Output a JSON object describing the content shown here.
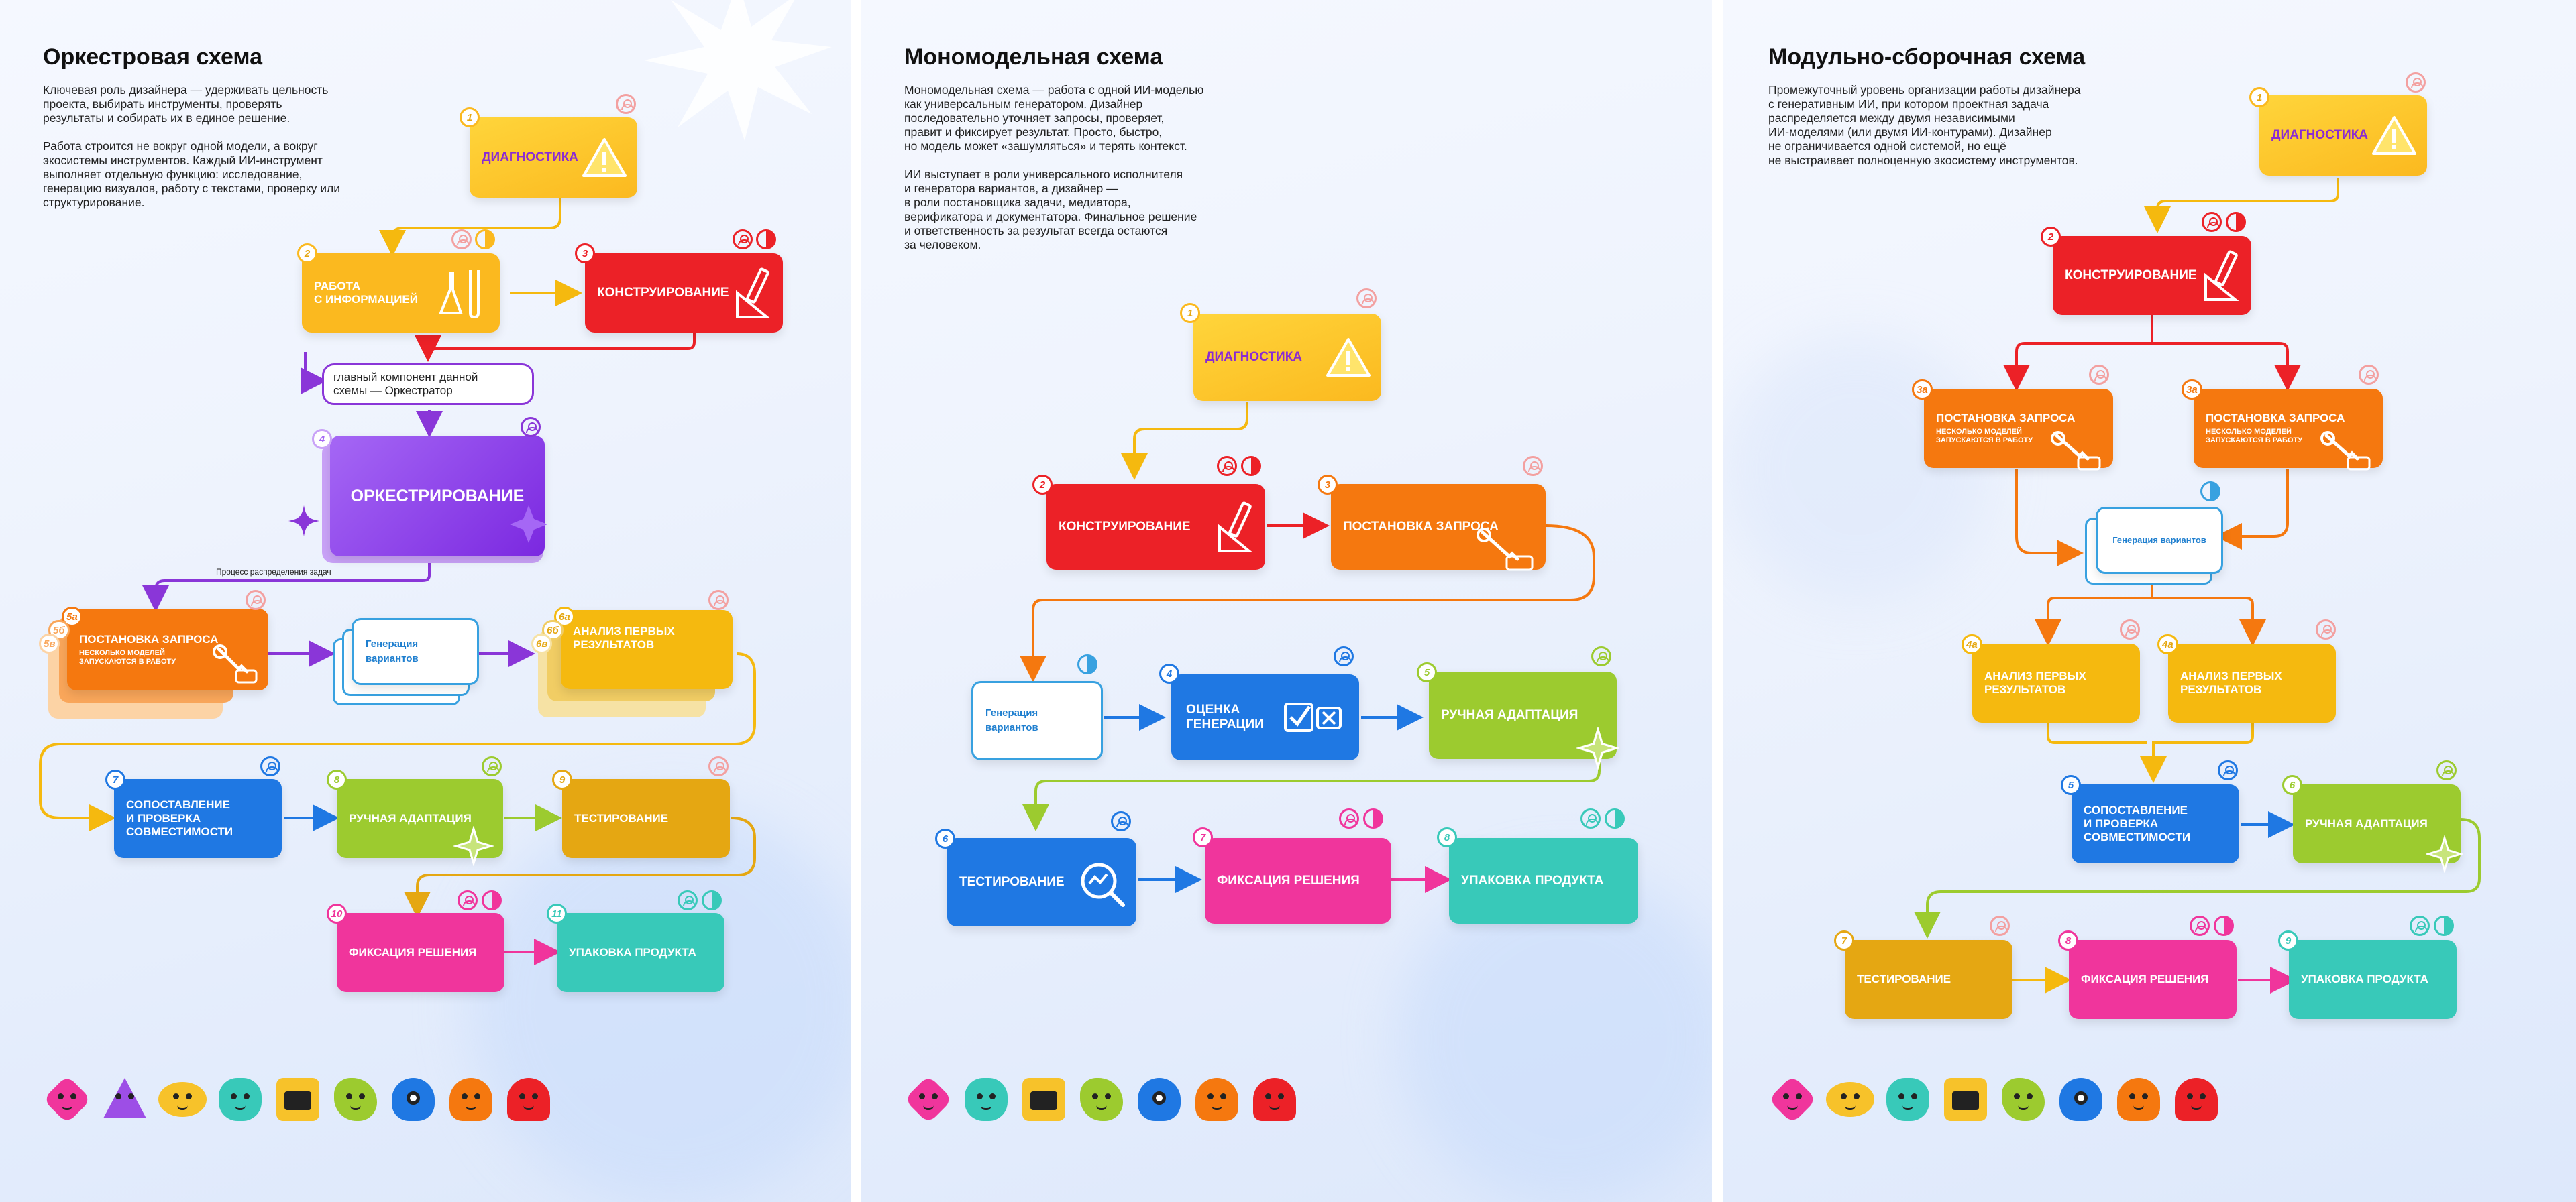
{
  "panels": [
    {
      "title": "Оркестровая схема",
      "description": "Ключевая роль дизайнера — удерживать цельность\nпроекта, выбирать инструменты, проверять\nрезультаты и собирать их в единое решение.\n\nРабота строится не вокруг одной модели, а вокруг\nэкосистемы инструментов. Каждый ИИ-инструмент\nвыполняет отдельную функцию: исследование,\nгенерацию визуалов, работу с текстами, проверку или\nструктурирование.",
      "component_label": "главный компонент данной\nсхемы — Оркестратор",
      "distribution_note": "Процесс распределения задач",
      "steps": [
        {
          "num": "1",
          "label": "ДИАГНОСТИКА"
        },
        {
          "num": "2",
          "label": "РАБОТА\nС ИНФОРМАЦИЕЙ"
        },
        {
          "num": "3",
          "label": "КОНСТРУИРОВАНИЕ"
        },
        {
          "num": "4",
          "label": "ОРКЕСТРИРОВАНИЕ"
        },
        {
          "num": "5a",
          "label": "ПОСТАНОВКА ЗАПРОСА",
          "sub": "НЕСКОЛЬКО МОДЕЛЕЙ\nЗАПУСКАЮТСЯ В РАБОТУ",
          "back_nums": [
            "5б",
            "5в"
          ]
        },
        {
          "num": "",
          "label": "Генерация вариантов"
        },
        {
          "num": "6a",
          "label": "АНАЛИЗ ПЕРВЫХ\nРЕЗУЛЬТАТОВ",
          "back_nums": [
            "6б",
            "6в"
          ]
        },
        {
          "num": "7",
          "label": "СОПОСТАВЛЕНИЕ\nИ ПРОВЕРКА\nСОВМЕСТИМОСТИ"
        },
        {
          "num": "8",
          "label": "РУЧНАЯ АДАПТАЦИЯ"
        },
        {
          "num": "9",
          "label": "ТЕСТИРОВАНИЕ"
        },
        {
          "num": "10",
          "label": "ФИКСАЦИЯ РЕШЕНИЯ"
        },
        {
          "num": "11",
          "label": "УПАКОВКА ПРОДУКТА"
        }
      ]
    },
    {
      "title": "Мономодельная схема",
      "description": "Мономодельная схема — работа с одной ИИ-моделью\nкак универсальным генератором. Дизайнер\nпоследовательно уточняет запросы, проверяет,\nправит и фиксирует результат. Просто, быстро,\nно модель может «зашумляться» и терять контекст.\n\nИИ выступает в роли универсального исполнителя\nи генератора вариантов, а дизайнер —\nв роли постановщика задачи, медиатора,\nверификатора и документатора. Финальное решение\nи ответственность за результат всегда остаются\nза человеком.",
      "steps": [
        {
          "num": "1",
          "label": "ДИАГНОСТИКА"
        },
        {
          "num": "2",
          "label": "КОНСТРУИРОВАНИЕ"
        },
        {
          "num": "3",
          "label": "ПОСТАНОВКА ЗАПРОСА"
        },
        {
          "num": "",
          "label": "Генерация вариантов"
        },
        {
          "num": "4",
          "label": "ОЦЕНКА\nГЕНЕРАЦИИ"
        },
        {
          "num": "5",
          "label": "РУЧНАЯ АДАПТАЦИЯ"
        },
        {
          "num": "6",
          "label": "ТЕСТИРОВАНИЕ"
        },
        {
          "num": "7",
          "label": "ФИКСАЦИЯ РЕШЕНИЯ"
        },
        {
          "num": "8",
          "label": "УПАКОВКА ПРОДУКТА"
        }
      ]
    },
    {
      "title": "Модульно-сборочная схема",
      "description": "Промежуточный уровень организации работы дизайнера\nс генеративным ИИ, при котором проектная задача\nраспределяется между двумя независимыми\nИИ-моделями (или двумя ИИ-контурами). Дизайнер\nне ограничивается одной системой, но ещё\nне выстраивает полноценную экосистему инструментов.",
      "steps": [
        {
          "num": "1",
          "label": "ДИАГНОСТИКА"
        },
        {
          "num": "2",
          "label": "КОНСТРУИРОВАНИЕ"
        },
        {
          "num": "3а",
          "label": "ПОСТАНОВКА ЗАПРОСА",
          "sub": "НЕСКОЛЬКО МОДЕЛЕЙ\nЗАПУСКАЮТСЯ В РАБОТУ"
        },
        {
          "num": "3а",
          "label": "ПОСТАНОВКА ЗАПРОСА",
          "sub": "НЕСКОЛЬКО МОДЕЛЕЙ\nЗАПУСКАЮТСЯ В РАБОТУ"
        },
        {
          "num": "",
          "label": "Генерация вариантов"
        },
        {
          "num": "4а",
          "label": "АНАЛИЗ ПЕРВЫХ\nРЕЗУЛЬТАТОВ"
        },
        {
          "num": "4а",
          "label": "АНАЛИЗ ПЕРВЫХ\nРЕЗУЛЬТАТОВ"
        },
        {
          "num": "5",
          "label": "СОПОСТАВЛЕНИЕ\nИ ПРОВЕРКА\nСОВМЕСТИМОСТИ"
        },
        {
          "num": "6",
          "label": "РУЧНАЯ АДАПТАЦИЯ"
        },
        {
          "num": "7",
          "label": "ТЕСТИРОВАНИЕ"
        },
        {
          "num": "8",
          "label": "ФИКСАЦИЯ РЕШЕНИЯ"
        },
        {
          "num": "9",
          "label": "УПАКОВКА ПРОДУКТА"
        }
      ]
    }
  ],
  "colors": {
    "yellow": "#fbb91f",
    "red": "#ec2127",
    "orange": "#f5780f",
    "purple": "#8a36d8",
    "blue": "#1f78e3",
    "lime": "#9ccb2f",
    "amber": "#e5a712",
    "pink": "#f0359c",
    "teal": "#38c9b9",
    "white_blue": "#38a1e0"
  },
  "icons": [
    "person-icon",
    "ai-half-circle-icon",
    "warning-icon",
    "flask-icon",
    "ruler-pencil-icon",
    "wrench-icon",
    "checkbox-icon",
    "magnifier-icon",
    "airplane-icon",
    "star-sparkle-icon"
  ],
  "mascots": {
    "panel1": [
      "pink-diamond",
      "purple-triangle",
      "yellow-goggles",
      "teal-round",
      "yellow-tv",
      "green-blob",
      "blue-cyclops",
      "orange-ghost",
      "red-helmet"
    ],
    "panel2": [
      "pink-diamond",
      "teal-round",
      "yellow-tv",
      "green-blob",
      "blue-cyclops",
      "orange-ghost",
      "red-helmet"
    ],
    "panel3": [
      "pink-diamond",
      "yellow-goggles",
      "teal-round",
      "yellow-tv",
      "green-blob",
      "blue-cyclops",
      "orange-ghost",
      "red-helmet"
    ]
  }
}
